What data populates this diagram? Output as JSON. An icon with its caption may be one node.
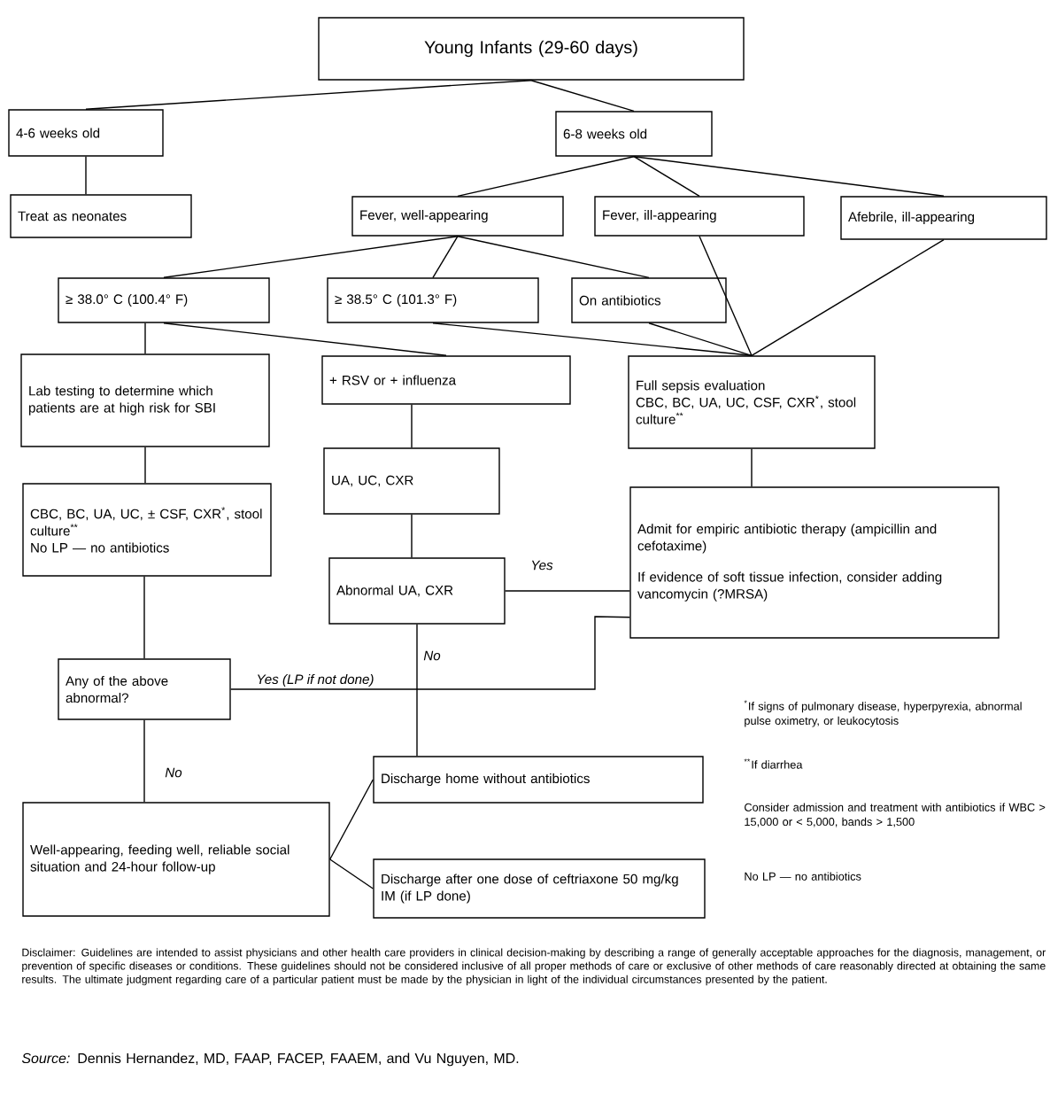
{
  "diagram": {
    "nodes": [
      {
        "text": [
          "Young Infants (29-60 days)"
        ]
      },
      {
        "text": [
          "4-6 weeks old"
        ]
      },
      {
        "text": [
          "6-8 weeks old"
        ]
      },
      {
        "text": [
          "Treat as neonates"
        ]
      },
      {
        "text": [
          "Fever, well-appearing"
        ]
      },
      {
        "text": [
          "Fever, ill-appearing"
        ]
      },
      {
        "text": [
          "Afebrile, ill-appearing"
        ]
      },
      {
        "text": [
          "≥ 38.0° C (100.4° F)"
        ]
      },
      {
        "text": [
          "≥ 38.5° C (101.3° F)"
        ]
      },
      {
        "text": [
          "On antibiotics"
        ]
      },
      {
        "text": [
          "Lab testing to determine which patients are at high risk for SBI"
        ]
      },
      {
        "text": [
          "+ RSV or + influenza"
        ]
      },
      {
        "text": [
          "Full sepsis evaluation",
          "CBC, BC, UA, UC, CSF, CXR$^{*}$, stool culture$^{**}$"
        ]
      },
      {
        "text": [
          "CBC, BC, UA, UC, ± CSF, CXR$^{*}$, stool culture$^{**}$",
          "No LP — no antibiotics"
        ]
      },
      {
        "text": [
          "UA, UC, CXR"
        ]
      },
      {
        "text": [
          "Admit for empiric antibiotic therapy (ampicillin and cefotaxime)",
          "If evidence of soft tissue infection, consider adding vancomycin (?MRSA)"
        ]
      },
      {
        "text": [
          "Abnormal UA, CXR"
        ]
      },
      {
        "text": [
          "Any of the above abnormal?"
        ]
      },
      {
        "text": [
          "Discharge home without antibiotics"
        ]
      },
      {
        "text": [
          "Well-appearing, feeding well, reliable social situation and 24-hour follow-up"
        ]
      },
      {
        "text": [
          "Discharge after one dose of ceftriaxone 50 mg/kg IM (if LP done)"
        ]
      }
    ],
    "edges": [
      {
        "from": 0,
        "to": 1,
        "arrow": "none"
      },
      {
        "from": 0,
        "to": 2,
        "arrow": "none"
      },
      {
        "from": 1,
        "to": 3,
        "arrow": "none"
      },
      {
        "from": 2,
        "to": 4,
        "arrow": "none"
      },
      {
        "from": 2,
        "to": 5,
        "arrow": "none"
      },
      {
        "from": 2,
        "to": 6,
        "arrow": "none"
      },
      {
        "from": 4,
        "to": 7,
        "arrow": "none"
      },
      {
        "from": 4,
        "to": 8,
        "arrow": "none"
      },
      {
        "from": 4,
        "to": 9,
        "arrow": "none"
      },
      {
        "from": 7,
        "to": 10,
        "arrow": "none"
      },
      {
        "from": 7,
        "to": 11,
        "arrow": "none"
      },
      {
        "from": 8,
        "to": 12,
        "arrow": "none"
      },
      {
        "from": 9,
        "to": 12,
        "arrow": "none"
      },
      {
        "from": 5,
        "to": 12,
        "arrow": "none"
      },
      {
        "from": 6,
        "to": 12,
        "arrow": "none"
      },
      {
        "from": 10,
        "to": 13,
        "arrow": "none"
      },
      {
        "from": 11,
        "to": 14,
        "arrow": "none"
      },
      {
        "from": 14,
        "to": 16,
        "arrow": "none"
      },
      {
        "from": 12,
        "to": 15,
        "arrow": "none"
      },
      {
        "from": 16,
        "to": 15,
        "arrow": "none",
        "label": "Yes"
      },
      {
        "from": 16,
        "to": 18,
        "arrow": "none",
        "label": "No"
      },
      {
        "from": 13,
        "to": 17,
        "arrow": "none"
      },
      {
        "from": 17,
        "to": 15,
        "arrow": "none",
        "label": "Yes (LP if not done)"
      },
      {
        "from": 17,
        "to": 19,
        "arrow": "none",
        "label": "No"
      },
      {
        "from": 19,
        "to": 18,
        "arrow": "none"
      },
      {
        "from": 19,
        "to": 20,
        "arrow": "none"
      }
    ],
    "labels": [
      "$^{*}$If signs of pulmonary disease, hyperpyrexia, abnormal pulse oximetry, or leukocytosis",
      "$^{**}$If diarrhea",
      "Consider admission and treatment with antibiotics if WBC > 15,000 or < 5,000, bands > 1,500",
      "No LP — no antibiotics",
      "Disclaimer: Guidelines are intended to assist physicians and other health care providers in clinical decision-making by describing a range of generally acceptable approaches for the diagnosis, management, or prevention of specific diseases or conditions. These guidelines should not be considered inclusive of all proper methods of care or exclusive of other methods of care reasonably directed at obtaining the same results. The ultimate judgment regarding care of a particular patient must be made by the physician in light of the individual circumstances presented by the patient.",
      "*Source:* Dennis Hernandez, MD, FAAP, FACEP, FAAEM, and Vu Nguyen, MD."
    ]
  }
}
